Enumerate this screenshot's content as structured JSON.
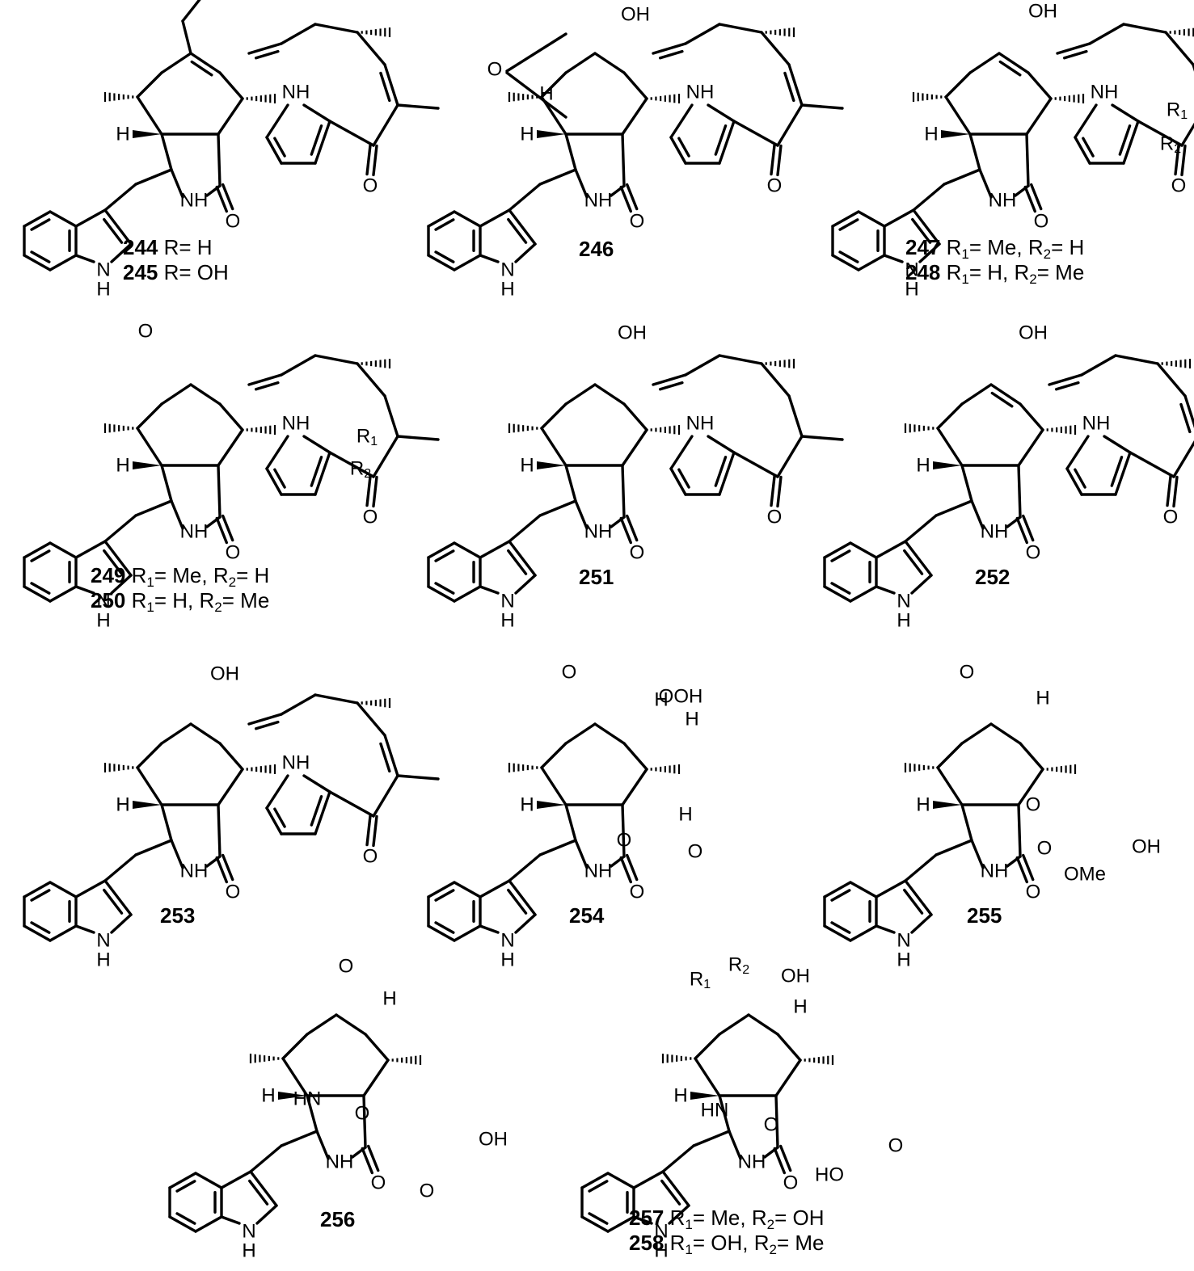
{
  "compounds": [
    {
      "id": "c244",
      "lines": [
        {
          "num": "244",
          "text": " R= H"
        },
        {
          "num": "245",
          "text": " R= OH"
        }
      ]
    },
    {
      "id": "c246",
      "lines": [
        {
          "num": "246",
          "text": ""
        }
      ]
    },
    {
      "id": "c247",
      "lines": [
        {
          "num": "247",
          "parts": [
            " R",
            "1",
            "= Me, R",
            "2",
            "= H"
          ]
        },
        {
          "num": "248",
          "parts": [
            " R",
            "1",
            "= H, R",
            "2",
            "= Me"
          ]
        }
      ]
    },
    {
      "id": "c249",
      "lines": [
        {
          "num": "249",
          "parts": [
            " R",
            "1",
            "= Me, R",
            "2",
            "= H"
          ]
        },
        {
          "num": "250",
          "parts": [
            " R",
            "1",
            "= H, R",
            "2",
            "= Me"
          ]
        }
      ]
    },
    {
      "id": "c251",
      "lines": [
        {
          "num": "251",
          "text": ""
        }
      ]
    },
    {
      "id": "c252",
      "lines": [
        {
          "num": "252",
          "text": ""
        }
      ]
    },
    {
      "id": "c253",
      "lines": [
        {
          "num": "253",
          "text": ""
        }
      ]
    },
    {
      "id": "c254",
      "lines": [
        {
          "num": "254",
          "text": ""
        }
      ]
    },
    {
      "id": "c255",
      "lines": [
        {
          "num": "255",
          "text": ""
        }
      ]
    },
    {
      "id": "c256",
      "lines": [
        {
          "num": "256",
          "text": ""
        }
      ]
    },
    {
      "id": "c257",
      "lines": [
        {
          "num": "257",
          "parts": [
            " R",
            "1",
            "= Me, R",
            "2",
            "= OH"
          ]
        },
        {
          "num": "258",
          "parts": [
            " R",
            "1",
            "= OH, R",
            "2",
            "= Me"
          ]
        }
      ]
    }
  ],
  "atom_labels": {
    "R": "R",
    "OH": "OH",
    "H": "H",
    "NH": "NH",
    "N": "N",
    "O": "O",
    "HN": "HN",
    "HO": "HO",
    "OOH": "OOH",
    "OMe": "OMe",
    "R1": "R",
    "R1_sub": "1",
    "R2": "R",
    "R2_sub": "2"
  }
}
